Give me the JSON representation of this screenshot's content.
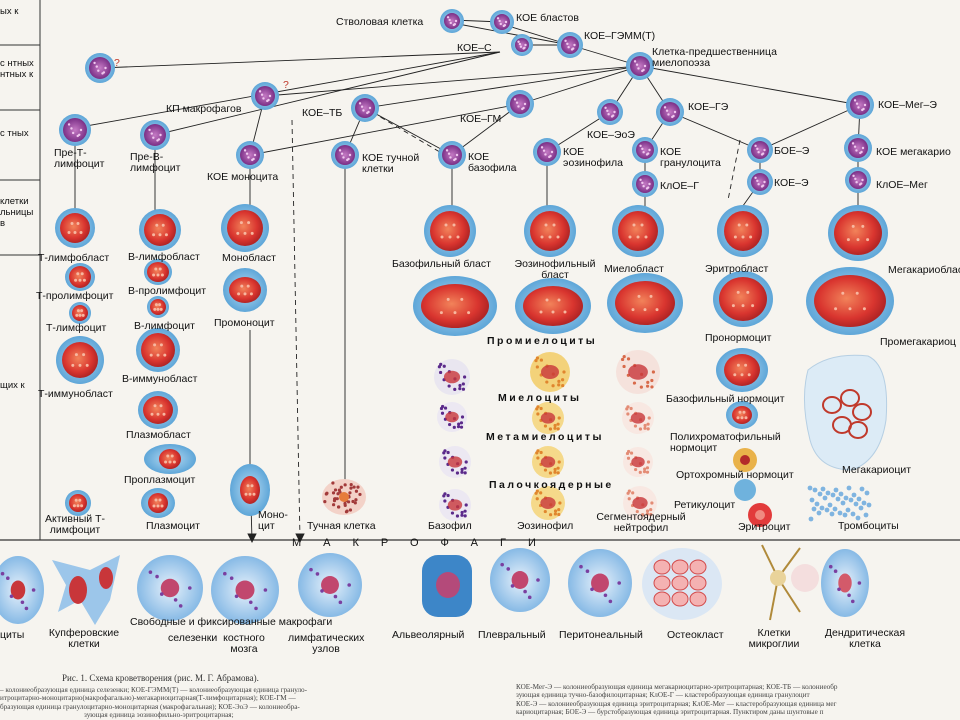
{
  "stem": {
    "stem_cell": "Стволовая клетка",
    "cfu_blast": "КОЕ бластов",
    "cfu_gemm": "КОЕ–ГЭММ(Т)",
    "cfu_s": "КОЕ–С",
    "myelo_progenitor": "Клетка-предшественница миелопоэза"
  },
  "side_labels": [
    "ых к",
    "с нтных нтных к",
    "с тных",
    "клетки льницы в",
    "щих к"
  ],
  "progenitors": {
    "kp_macrophage": "КП макрофагов",
    "cfu_tb": "КОЕ–ТБ",
    "cfu_gm": "КОЕ–ГМ",
    "cfu_eo": "КОЕ–ЭоЭ",
    "cfu_ge": "КОЕ–ГЭ",
    "cfu_meg_e": "КОЕ–Мег–Э",
    "pre_t": "Пре-Т-лимфоцит",
    "pre_b": "Пре-В-лимфоцит",
    "cfu_monocyte": "КОЕ моноцита",
    "cfu_mast": "КОЕ тучной клетки",
    "cfu_basophil": "КОЕ базофила",
    "cfu_eosinophil": "КОЕ эозинофила",
    "cfu_granulocyte": "КОЕ гранулоцита",
    "klo_g": "КлОЕ–Г",
    "boe_e": "БОЕ–Э",
    "cfu_e": "КОЕ–Э",
    "cfu_megakaryo": "КОЕ мегакарио",
    "klo_meg": "КлОЕ–Мег"
  },
  "lymph_t": [
    "Т-лимфобласт",
    "Т-пролимфоцит",
    "Т-лимфоцит",
    "Т-иммунобласт",
    "Активный Т-лимфоцит"
  ],
  "lymph_b": [
    "В-лимфобласт",
    "В-пролимфоцит",
    "В-лимфоцит",
    "В-иммунобласт",
    "Плазмобласт",
    "Проплазмоцит",
    "Плазмоцит"
  ],
  "mono": [
    "Монобласт",
    "Промоноцит",
    "Моно-цит"
  ],
  "mast_cell": "Тучная клетка",
  "blasts": {
    "basophil_blast": "Базофильный бласт",
    "eosinophil_blast": "Эозинофильный бласт",
    "myeloblast": "Миелобласт",
    "erythroblast": "Эритробласт",
    "megakaryoblast": "Мегакариобласт",
    "promegakaryocyte": "Промегакариоц"
  },
  "granulo_stages": [
    "Промиелоциты",
    "Миелоциты",
    "Метамиелоциты",
    "Палочкоядерные"
  ],
  "erythro_stages": [
    "Пронормоцит",
    "Базофильный нормоцит",
    "Полихроматофильный нормоцит",
    "Ортохромный нормоцит",
    "Ретикулоцит"
  ],
  "finals": {
    "basophil": "Базофил",
    "eosinophil": "Эозинофил",
    "neutrophil": "Сегментоядерный нейтрофил",
    "erythrocyte": "Эритроцит",
    "megakaryocyte": "Мегакариоцит",
    "platelets": "Тромбоциты"
  },
  "macrophages_header": "МАКРОФАГИ",
  "macrophages": {
    "left_cut": "циты",
    "kupffer": "Купферовские клетки",
    "free_fixed": "Свободные и фиксированные макрофаги",
    "spleen": "селезенки",
    "bone_marrow": "костного мозга",
    "lymph_nodes": "лимфатических узлов",
    "alveolar": "Альвеолярный",
    "pleural": "Плевральный",
    "peritoneal": "Перитонеальный",
    "osteoclast": "Остеокласт",
    "microglia": "Клетки микроглии",
    "dendritic": "Дендритическая клетка"
  },
  "caption": "Рис. 1. Схема кроветворения (рис. М. Г. Абрамова).",
  "footnote_left": [
    "– колониеобразующая единица селезенки; КОЕ-ГЭММ(Т) — колониеобразующая единица грануло-",
    "итроцитарно-моноцитарно(макрофагально)-мегакариоцитарная(Т-лимфоцитарная); КОЕ-ГМ —",
    "бразующая единица гранулоцитарно-моноцитарная (макрофагальная); КОЕ-ЭоЭ — колониеобра-",
    "зующая единица эозинофильно-эритроцитарная;"
  ],
  "footnote_right": [
    "КОЕ-Мег-Э — колониеобразующая единица мегакариоцитарно-эритроцитарная; КОЕ-ТБ — колониеобр",
    "зующая единица тучно-базофилоцитарная; КлОЕ-Г — кластеробразующая единица гранулоцит",
    "КОЕ-Э — колониеобразующая единица эритроцитарная; КлОЕ-Мег — кластеробразующая единица мег",
    "кариоцитарная; БОЕ-Э — бурстобразующая единица эритроцитарная. Пунктиром даны шунтовые п"
  ],
  "question_mark": "?",
  "colors": {
    "cell_blue": "#7fb7df",
    "nucleus_purple": "#8a3a8f",
    "blast_red": "#e0453a",
    "paper": "#f6f4ef"
  }
}
